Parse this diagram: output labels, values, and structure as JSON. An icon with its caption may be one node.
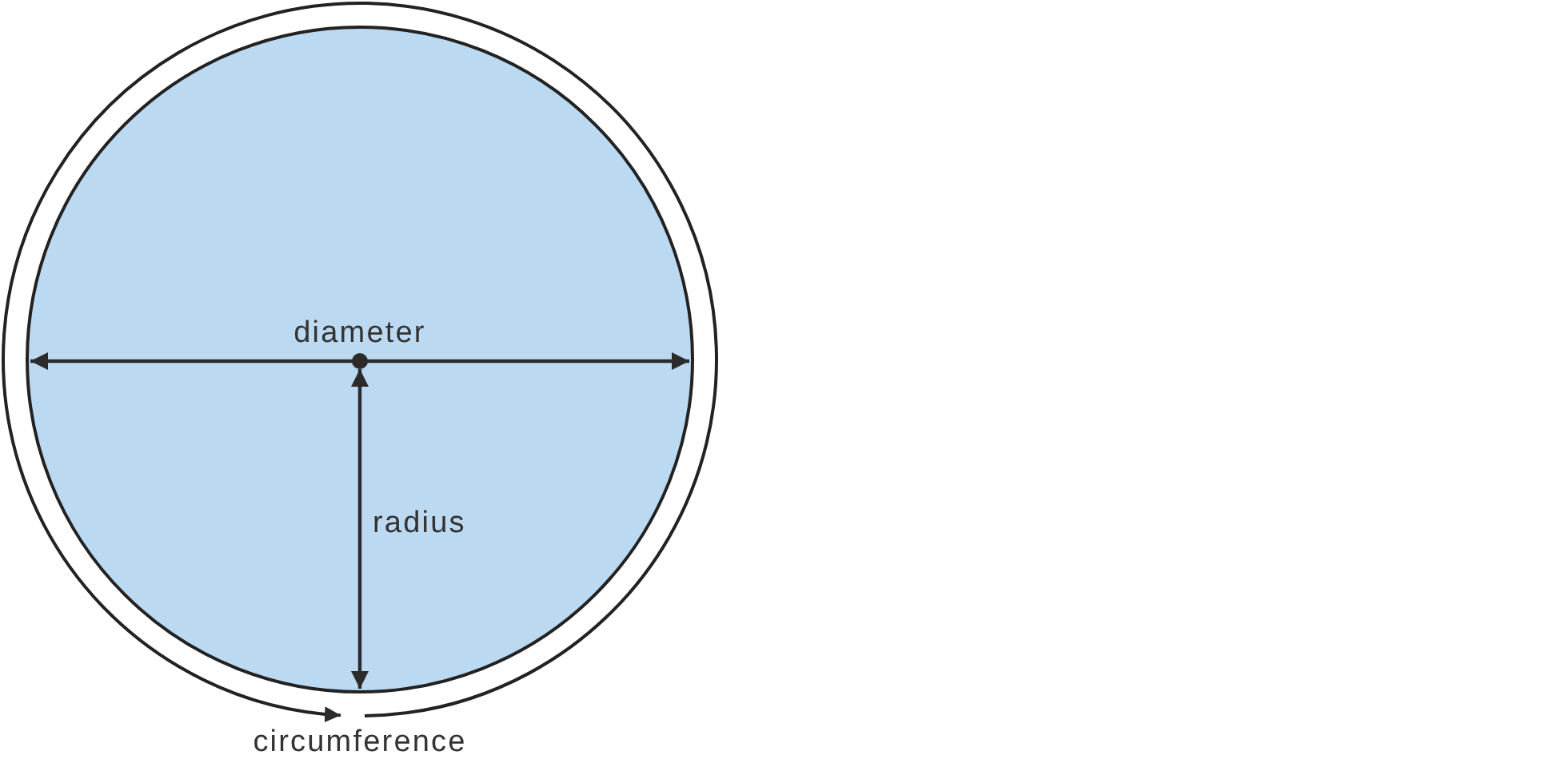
{
  "diagram": {
    "labels": [
      "diameter",
      "radius",
      "circumference"
    ]
  }
}
